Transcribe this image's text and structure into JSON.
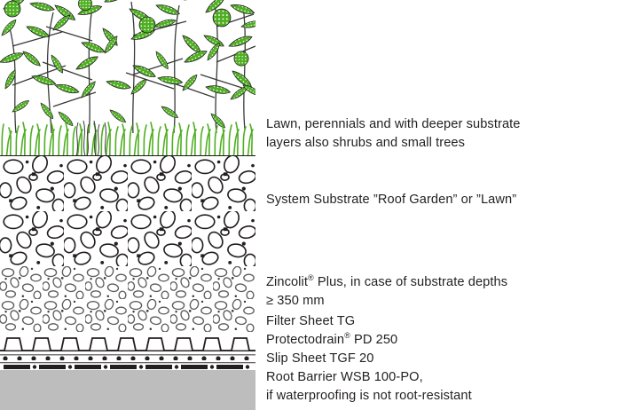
{
  "diagram": {
    "title": "Green roof build-up cross section",
    "colors": {
      "foliage_green": "#4faf22",
      "grass_green": "#4faf22",
      "outline": "#231f20",
      "slab_gray": "#bdbdbd",
      "text": "#231f20",
      "background": "#ffffff"
    },
    "layers": [
      {
        "name": "vegetation-layer",
        "label": "Lawn, perennials, shrubs and small trees"
      },
      {
        "name": "grass-layer",
        "label": "Lawn"
      },
      {
        "name": "substrate-layer",
        "label": "System Substrate Roof Garden or Lawn"
      },
      {
        "name": "zincolit-layer",
        "label": "Zincolit Plus"
      },
      {
        "name": "filter-sheet-layer",
        "label": "Filter Sheet TG"
      },
      {
        "name": "drainage-board-layer",
        "label": "Protectodrain PD 250"
      },
      {
        "name": "slip-sheet-layer",
        "label": "Slip Sheet TGF 20"
      },
      {
        "name": "root-barrier-layer",
        "label": "Root Barrier WSB 100-PO"
      },
      {
        "name": "concrete-slab-layer",
        "label": "Concrete slab"
      }
    ]
  },
  "labels": {
    "vegetation": {
      "line1": "Lawn, perennials and with deeper substrate",
      "line2": "layers also shrubs and small trees"
    },
    "substrate": {
      "line1": "System Substrate ”Roof Garden” or ”Lawn”"
    },
    "zincolit": {
      "name": "Zincolit",
      "reg": "®",
      "after": " Plus, in case of substrate depths",
      "line2": "≥ 350 mm"
    },
    "stack": {
      "filter_sheet": "Filter Sheet TG",
      "protectodrain_name": "Protectodrain",
      "protectodrain_reg": "®",
      "protectodrain_after": " PD 250",
      "slip_sheet": "Slip Sheet TGF 20",
      "root_barrier": "Root Barrier WSB 100-PO,",
      "root_barrier_note": "if waterproofing is not root-resistant"
    }
  }
}
